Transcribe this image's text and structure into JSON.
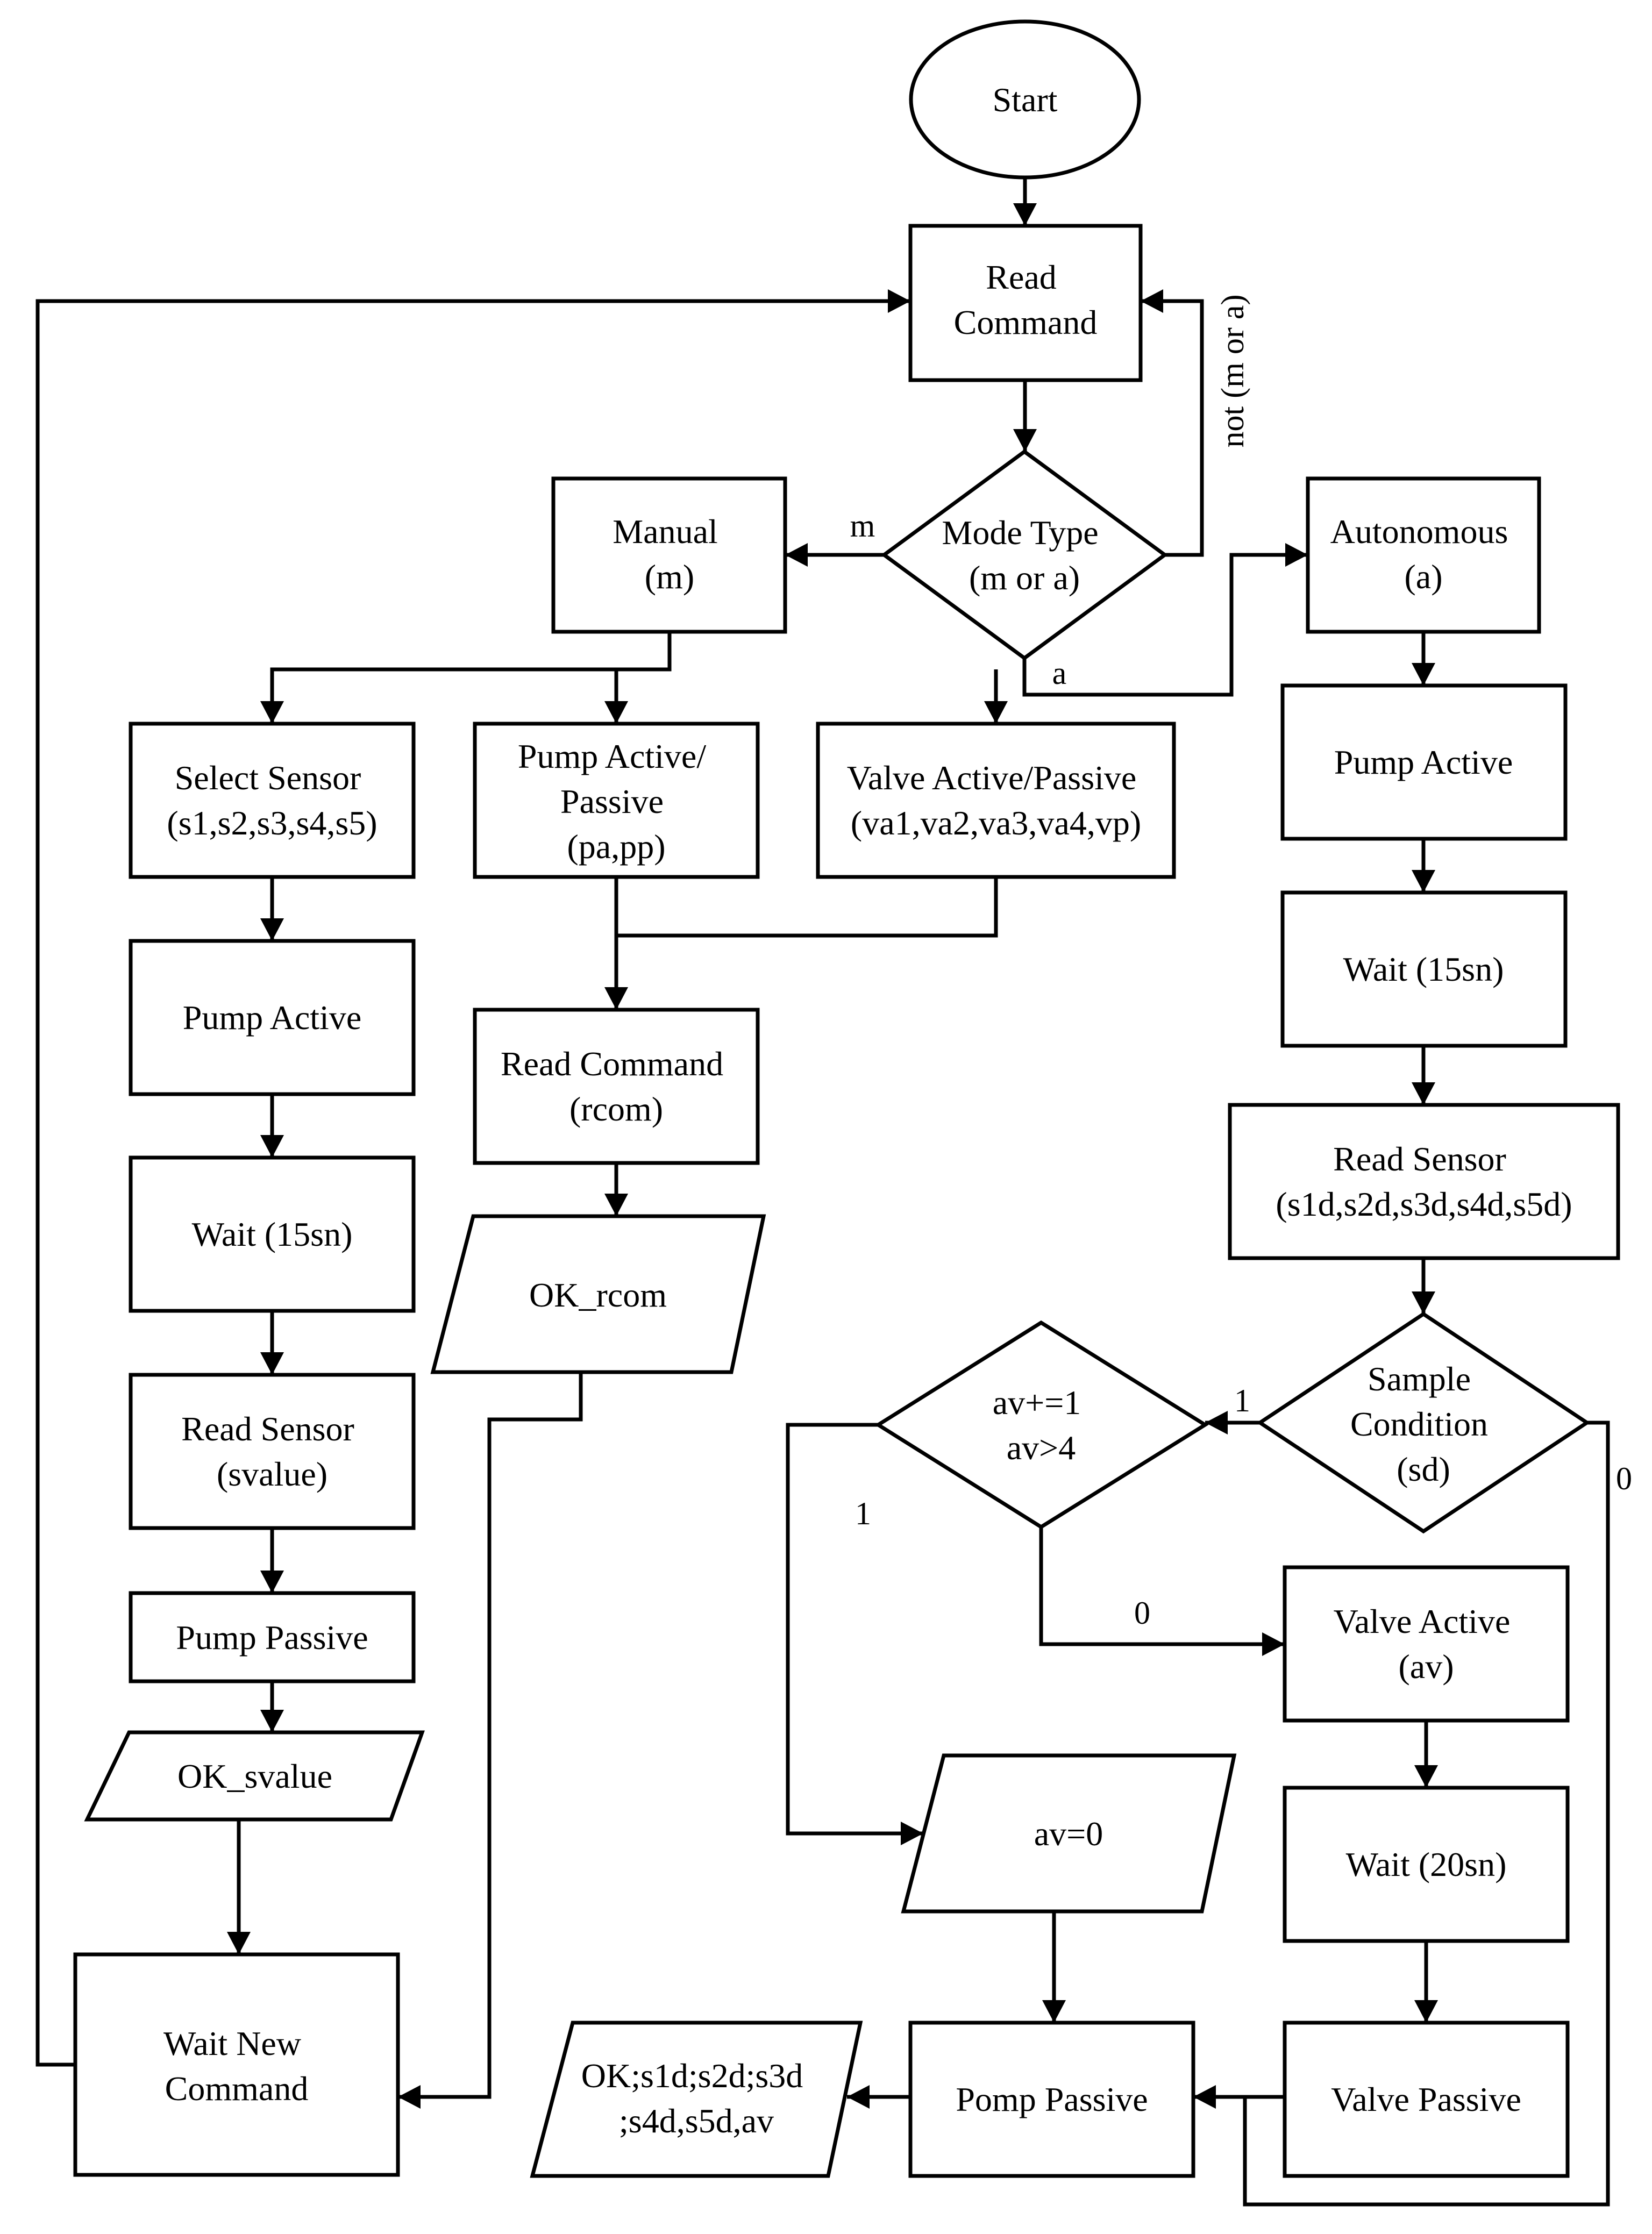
{
  "nodes": {
    "start": [
      "Start"
    ],
    "read_command": [
      "Read",
      "Command"
    ],
    "mode_type": [
      "Mode Type",
      "(m or a)"
    ],
    "manual": [
      "Manual",
      "(m)"
    ],
    "autonomous": [
      "Autonomous",
      "(a)"
    ],
    "select_sensor": [
      "Select Sensor",
      "(s1,s2,s3,s4,s5)"
    ],
    "pump_active_passive": [
      "Pump Active/",
      "Passive",
      "(pa,pp)"
    ],
    "valve_active_passive": [
      "Valve Active/Passive",
      "(va1,va2,va3,va4,vp)"
    ],
    "m_pump_active": [
      "Pump Active"
    ],
    "m_wait": [
      "Wait (15sn)"
    ],
    "m_read_sensor": [
      "Read Sensor",
      "(svalue)"
    ],
    "m_pump_passive": [
      "Pump Passive"
    ],
    "ok_svalue": [
      "OK_svalue"
    ],
    "wait_new_command": [
      "Wait New",
      "Command"
    ],
    "read_command_rcom": [
      "Read Command",
      "(rcom)"
    ],
    "ok_rcom": [
      "OK_rcom"
    ],
    "a_pump_active": [
      "Pump Active"
    ],
    "a_wait": [
      "Wait (15sn)"
    ],
    "a_read_sensor": [
      "Read Sensor",
      "(s1d,s2d,s3d,s4d,s5d)"
    ],
    "sample_condition": [
      "Sample",
      "Condition",
      "(sd)"
    ],
    "av_check": [
      "av+=1",
      "av>4"
    ],
    "valve_active": [
      "Valve Active",
      "(av)"
    ],
    "a_wait_20": [
      "Wait (20sn)"
    ],
    "valve_passive": [
      "Valve Passive"
    ],
    "av_zero": [
      "av=0"
    ],
    "pomp_passive": [
      "Pomp Passive"
    ],
    "ok_result": [
      "OK;s1d;s2d;s3d",
      ";s4d,s5d,av"
    ]
  },
  "edge_labels": {
    "not_m_or_a": "not (m or a)",
    "m": "m",
    "a": "a",
    "sample_1": "1",
    "sample_0": "0",
    "av_1": "1",
    "av_0": "0"
  }
}
